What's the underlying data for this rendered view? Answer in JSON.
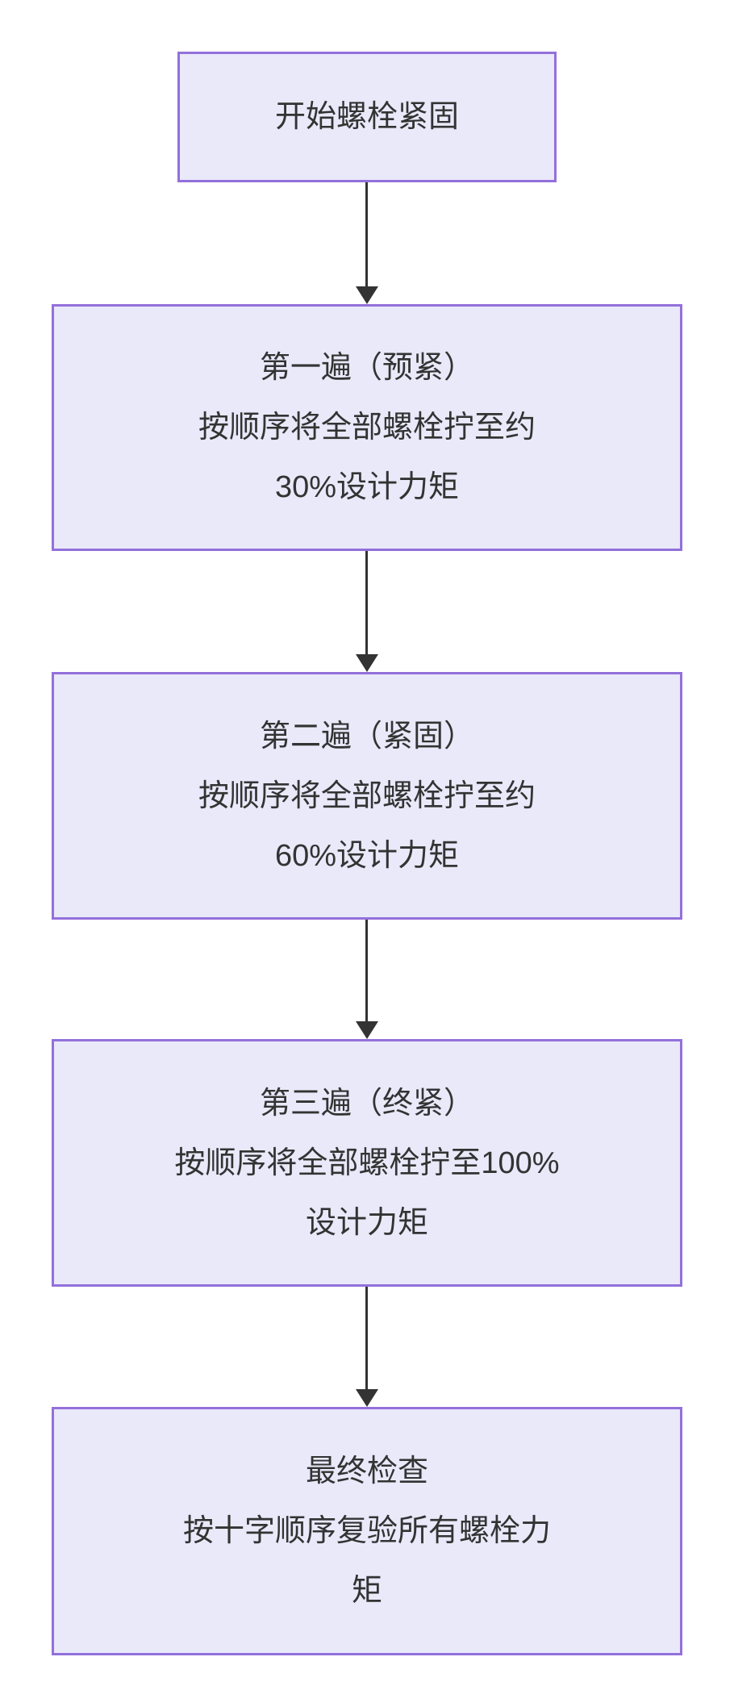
{
  "colors": {
    "node_fill": "#E9E9FA",
    "node_border": "#9370DB",
    "arrow": "#333333",
    "text": "#333333",
    "page_bg": "#FFFFFF"
  },
  "flowchart": {
    "nodes": [
      {
        "id": "start",
        "lines": [
          "开始螺栓紧固"
        ]
      },
      {
        "id": "pass-1",
        "lines": [
          "第一遍（预紧）",
          "按顺序将全部螺栓拧至约",
          "30%设计力矩"
        ]
      },
      {
        "id": "pass-2",
        "lines": [
          "第二遍（紧固）",
          "按顺序将全部螺栓拧至约",
          "60%设计力矩"
        ]
      },
      {
        "id": "pass-3",
        "lines": [
          "第三遍（终紧）",
          "按顺序将全部螺栓拧至100%",
          "设计力矩"
        ]
      },
      {
        "id": "final-check",
        "lines": [
          "最终检查",
          "按十字顺序复验所有螺栓力",
          "矩"
        ]
      }
    ]
  }
}
